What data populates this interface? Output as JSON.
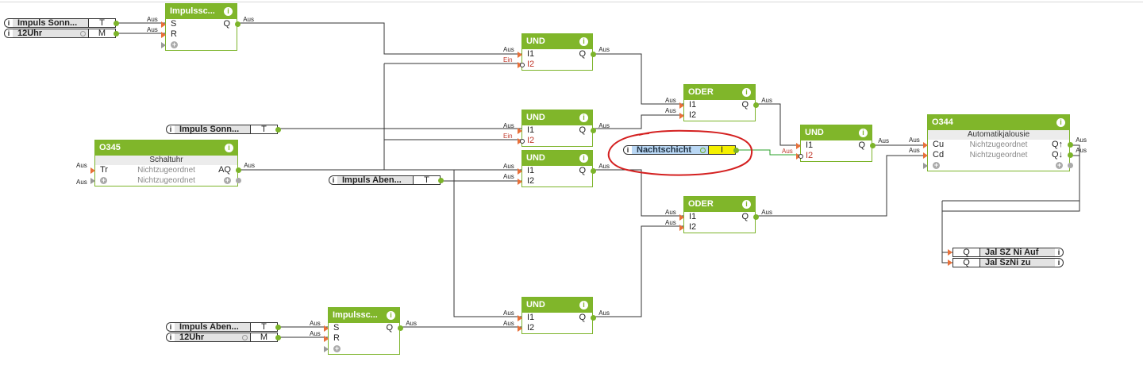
{
  "colors": {
    "block_header": "#80b62a",
    "input_pin": "#e8703a",
    "highlight_value": "#f4f000",
    "highlight_name": "#b9d7f4",
    "annotation": "#d42020"
  },
  "blocks": [
    {
      "id": "imp1",
      "title": "Impulssc...",
      "inputs": [
        {
          "pin": "S",
          "wire": "Aus"
        },
        {
          "pin": "R",
          "wire": "Aus"
        },
        {
          "add": true
        }
      ],
      "outputs": [
        {
          "pin": "Q",
          "wire": "Aus"
        }
      ]
    },
    {
      "id": "und1",
      "title": "UND",
      "inputs": [
        {
          "pin": "I1",
          "wire": "Aus"
        },
        {
          "pin": "I2",
          "wire": "Ein",
          "negated": true
        }
      ],
      "outputs": [
        {
          "pin": "Q",
          "wire": "Aus"
        }
      ]
    },
    {
      "id": "oder1",
      "title": "ODER",
      "inputs": [
        {
          "pin": "I1",
          "wire": "Aus"
        },
        {
          "pin": "I2",
          "wire": "Aus"
        }
      ],
      "outputs": [
        {
          "pin": "Q",
          "wire": "Aus"
        }
      ]
    },
    {
      "id": "und2",
      "title": "UND",
      "inputs": [
        {
          "pin": "I1",
          "wire": "Aus"
        },
        {
          "pin": "I2",
          "wire": "Ein",
          "negated": true
        }
      ],
      "outputs": [
        {
          "pin": "Q",
          "wire": "Aus"
        }
      ]
    },
    {
      "id": "und3",
      "title": "UND",
      "inputs": [
        {
          "pin": "I1",
          "wire": "Aus"
        },
        {
          "pin": "I2",
          "wire": "Aus"
        }
      ],
      "outputs": [
        {
          "pin": "Q",
          "wire": "Aus"
        }
      ]
    },
    {
      "id": "und4",
      "title": "UND",
      "inputs": [
        {
          "pin": "I1"
        },
        {
          "pin": "I2",
          "wire": "Aus",
          "negated": true
        }
      ],
      "outputs": [
        {
          "pin": "Q",
          "wire": "Aus"
        }
      ]
    },
    {
      "id": "oder2",
      "title": "ODER",
      "inputs": [
        {
          "pin": "I1",
          "wire": "Aus"
        },
        {
          "pin": "I2",
          "wire": "Aus"
        }
      ],
      "outputs": [
        {
          "pin": "Q",
          "wire": "Aus"
        }
      ]
    },
    {
      "id": "und5",
      "title": "UND",
      "inputs": [
        {
          "pin": "I1",
          "wire": "Aus"
        },
        {
          "pin": "I2",
          "wire": "Aus"
        }
      ],
      "outputs": [
        {
          "pin": "Q",
          "wire": "Aus"
        }
      ]
    },
    {
      "id": "imp2",
      "title": "Impulssc...",
      "inputs": [
        {
          "pin": "S",
          "wire": "Aus"
        },
        {
          "pin": "R",
          "wire": "Aus"
        },
        {
          "add": true
        }
      ],
      "outputs": [
        {
          "pin": "Q",
          "wire": "Aus"
        }
      ]
    },
    {
      "id": "o345",
      "title": "O345",
      "subtitle": "Schaltuhr",
      "inputs": [
        {
          "pin": "Tr",
          "wire": "Aus",
          "middle": "Nichtzugeordnet"
        },
        {
          "add": true,
          "middle": "Nichtzugeordnet"
        }
      ],
      "outputs": [
        {
          "pin": "AQ",
          "wire": "Aus"
        },
        {
          "add": true
        }
      ]
    },
    {
      "id": "o344",
      "title": "O344",
      "subtitle": "Automatikjalousie",
      "inputs": [
        {
          "pin": "Cu",
          "wire": "Aus",
          "middle": "Nichtzugeordnet"
        },
        {
          "pin": "Cd",
          "wire": "Aus",
          "middle": "Nichtzugeordnet"
        },
        {
          "add": true
        }
      ],
      "outputs": [
        {
          "pin": "Q↑",
          "wire": "Aus"
        },
        {
          "pin": "Q↓",
          "wire": "Aus"
        },
        {
          "add": true
        }
      ]
    }
  ],
  "input_refs": [
    {
      "id": "r1",
      "name": "Impuls Sonn...",
      "port": "T"
    },
    {
      "id": "r2",
      "name": "12Uhr",
      "port": "M",
      "clock": true
    },
    {
      "id": "r3",
      "name": "Impuls Sonn...",
      "port": "T"
    },
    {
      "id": "r4",
      "name": "Impuls Aben...",
      "port": "T"
    },
    {
      "id": "r5",
      "name": "Impuls Aben...",
      "port": "T"
    },
    {
      "id": "r6",
      "name": "12Uhr",
      "port": "M",
      "clock": true
    },
    {
      "id": "r7",
      "name": "Nachtschicht",
      "port": "I",
      "clock": true,
      "highlighted": true
    }
  ],
  "output_refs": [
    {
      "id": "o1",
      "name": "Jal SZ  Ni Auf",
      "port": "Q"
    },
    {
      "id": "o2",
      "name": "Jal SzNi zu",
      "port": "Q"
    }
  ],
  "o345_input_wire": "Aus"
}
